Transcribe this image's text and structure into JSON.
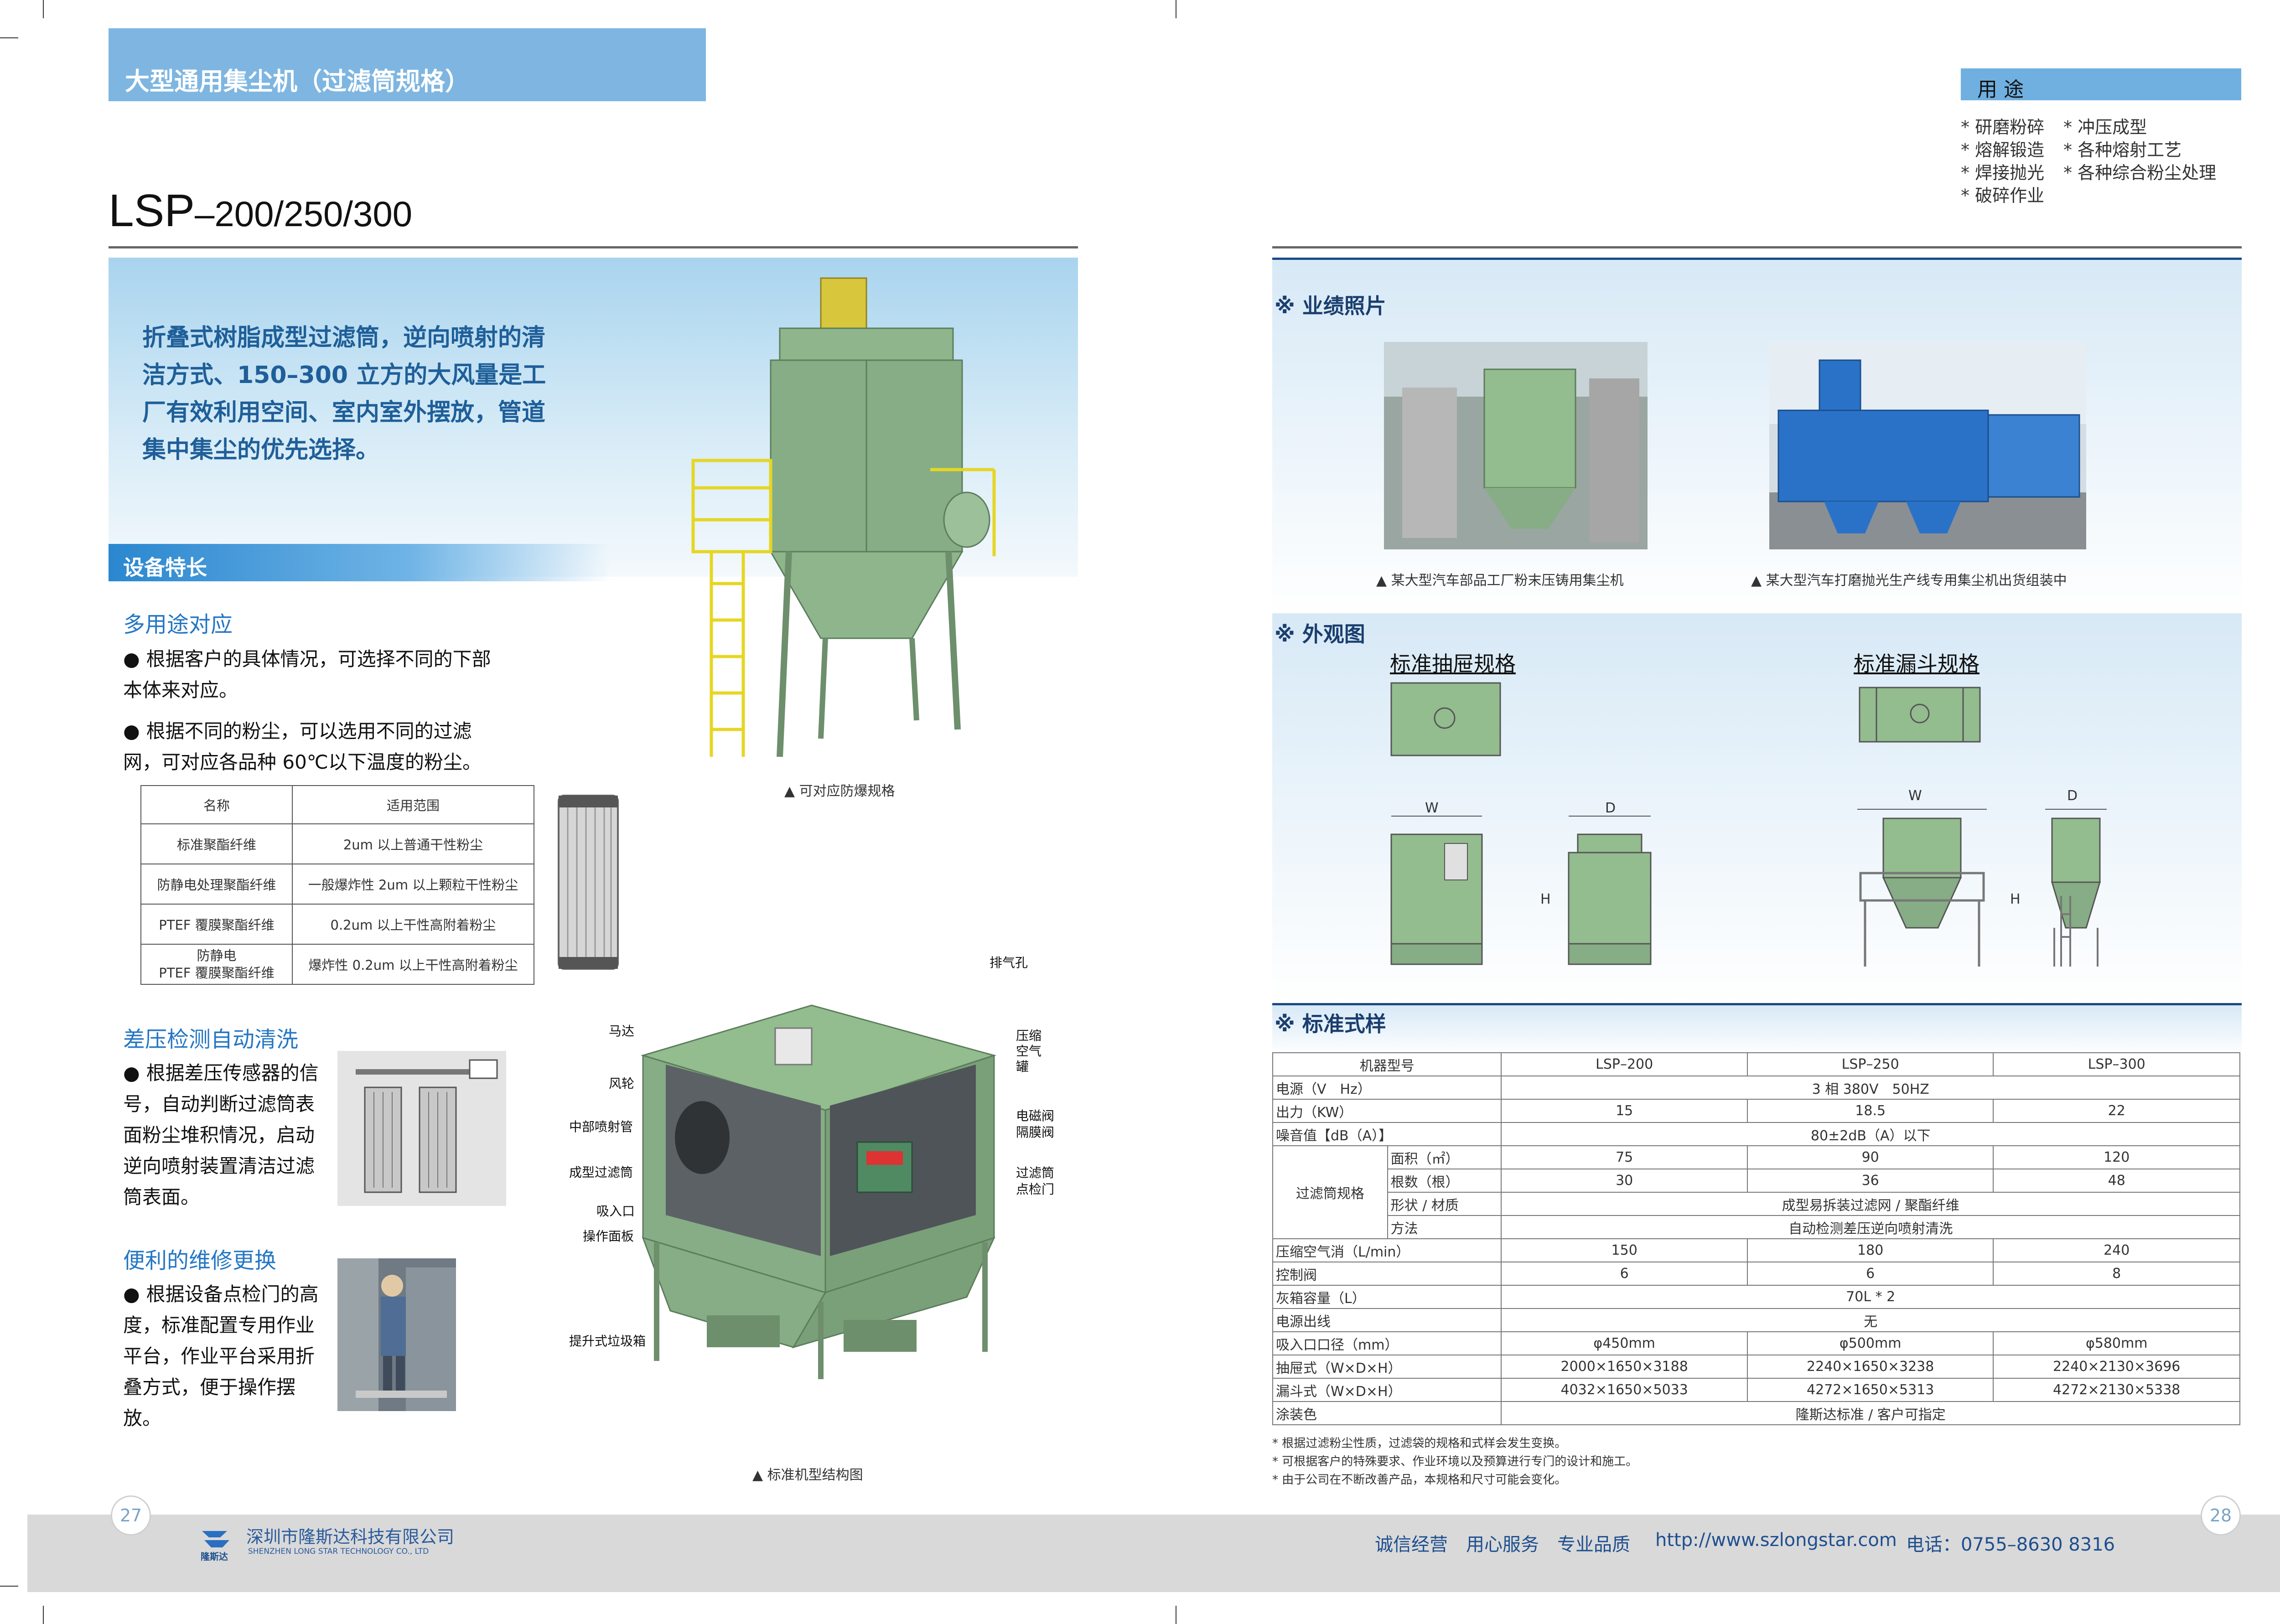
{
  "left_page": {
    "banner_title": "大型通用集尘机（过滤筒规格）",
    "model_prefix": "LSP",
    "model_suffix": "–200/250/300",
    "slogan": "折叠式树脂成型过滤筒，逆向喷射的清洁方式、150–300 立方的大风量是工厂有效利用空间、室内室外摆放，管道集中集尘的优先选择。",
    "features_title": "设备特长",
    "multi_use": {
      "title": "多用途对应",
      "bullets": [
        "根据客户的具体情况，可选择不同的下部本体来对应。",
        "根据不同的粉尘，可以选用不同的过滤网，可对应各品种 60℃以下温度的粉尘。"
      ]
    },
    "fiber_table": {
      "headers": [
        "名称",
        "适用范围"
      ],
      "rows": [
        [
          "标准聚酯纤维",
          "2um 以上普通干性粉尘"
        ],
        [
          "防静电处理聚酯纤维",
          "一般爆炸性 2um 以上颗粒干性粉尘"
        ],
        [
          "PTEF 覆膜聚酯纤维",
          "0.2um 以上干性高附着粉尘"
        ],
        [
          "防静电\nPTEF 覆膜聚酯纤维",
          "爆炸性 0.2um 以上干性高附着粉尘"
        ]
      ]
    },
    "auto_clean": {
      "title": "差压检测自动清洗",
      "bullet": "根据差压传感器的信号，自动判断过滤筒表面粉尘堆积情况，启动逆向喷射装置清洁过滤筒表面。"
    },
    "maintenance": {
      "title": "便利的维修更换",
      "bullet": "根据设备点检门的高度，标准配置专用作业平台，作业平台采用折叠方式，便于操作摆放。"
    },
    "explosion_caption": "▲ 可对应防爆规格",
    "structure_caption": "▲ 标准机型结构图",
    "structure_labels": {
      "motor": "马达",
      "fan": "风轮",
      "pulse_pipe": "中部喷射管",
      "filter_cartridge": "成型过滤筒",
      "inlet": "吸入口",
      "panel": "操作面板",
      "dust_box": "提升式垃圾箱",
      "exhaust": "排气孔",
      "air_tank": "压缩空气罐",
      "valve": "电磁阀\n隔膜阀",
      "inspect_door": "过滤筒\n点检门"
    },
    "page_number": "27",
    "company_cn": "深圳市隆斯达科技有限公司",
    "company_en": "SHENZHEN LONG STAR TECHNOLOGY CO., LTD",
    "logo_text": "隆斯达"
  },
  "right_page": {
    "usage_title": "用 途",
    "usage_items": [
      "* 研磨粉碎",
      "* 冲压成型",
      "* 熔解锻造",
      "* 各种熔射工艺",
      "* 焊接抛光",
      "* 各种综合粉尘处理",
      "* 破碎作业"
    ],
    "photos_title": "※ 业绩照片",
    "photo1_caption": "▲ 某大型汽车部品工厂粉末压铸用集尘机",
    "photo2_caption": "▲ 某大型汽车打磨抛光生产线专用集尘机出货组装中",
    "outline_title": "※ 外观图",
    "drawer_spec": "标准抽屉规格",
    "hopper_spec": "标准漏斗规格",
    "dim_w": "W",
    "dim_d": "D",
    "dim_h": "H",
    "spec_title": "※ 标准式样",
    "spec_table": {
      "model_label": "机器型号",
      "models": [
        "LSP–200",
        "LSP–250",
        "LSP–300"
      ],
      "power": {
        "label": "电源（V　Hz）",
        "value": "3 相 380V　50HZ"
      },
      "output": {
        "label": "出力（KW）",
        "values": [
          "15",
          "18.5",
          "22"
        ]
      },
      "noise": {
        "label": "噪音值【dB（A）】",
        "value": "80±2dB（A）以下"
      },
      "filter_group": "过滤筒规格",
      "area": {
        "label": "面积（㎡）",
        "values": [
          "75",
          "90",
          "120"
        ]
      },
      "count": {
        "label": "根数（根）",
        "values": [
          "30",
          "36",
          "48"
        ]
      },
      "material": {
        "label": "形状 / 材质",
        "value": "成型易拆装过滤网 / 聚酯纤维"
      },
      "method": {
        "label": "方法",
        "value": "自动检测差压逆向喷射清洗"
      },
      "air": {
        "label": "压缩空气消（L/min）",
        "values": [
          "150",
          "180",
          "240"
        ]
      },
      "valves": {
        "label": "控制阀",
        "values": [
          "6",
          "6",
          "8"
        ]
      },
      "ash": {
        "label": "灰箱容量（L）",
        "value": "70L * 2"
      },
      "power_out": {
        "label": "电源出线",
        "value": "无"
      },
      "inlet": {
        "label": "吸入口口径（mm）",
        "values": [
          "φ450mm",
          "φ500mm",
          "φ580mm"
        ]
      },
      "drawer": {
        "label": "抽屉式（W×D×H）",
        "values": [
          "2000×1650×3188",
          "2240×1650×3238",
          "2240×2130×3696"
        ]
      },
      "hopper": {
        "label": "漏斗式（W×D×H）",
        "values": [
          "4032×1650×5033",
          "4272×1650×5313",
          "4272×2130×5338"
        ]
      },
      "paint": {
        "label": "涂装色",
        "value": "隆斯达标准 / 客户可指定"
      }
    },
    "notes": [
      "* 根据过滤粉尘性质，过滤袋的规格和式样会发生变换。",
      "* 可根据客户的特殊要求、作业环境以及预算进行专门的设计和施工。",
      "* 由于公司在不断改善产品，本规格和尺寸可能会变化。"
    ],
    "footer_slogans": "诚信经营　用心服务　专业品质",
    "footer_url": "http://www.szlongstar.com",
    "footer_phone": "电话：0755–8630 8316",
    "page_number": "28"
  },
  "colors": {
    "banner": "#7eb6e1",
    "accent_blue": "#2577c4",
    "machine_green": "#8fb58d",
    "footer_gray": "#d9d9d9"
  }
}
